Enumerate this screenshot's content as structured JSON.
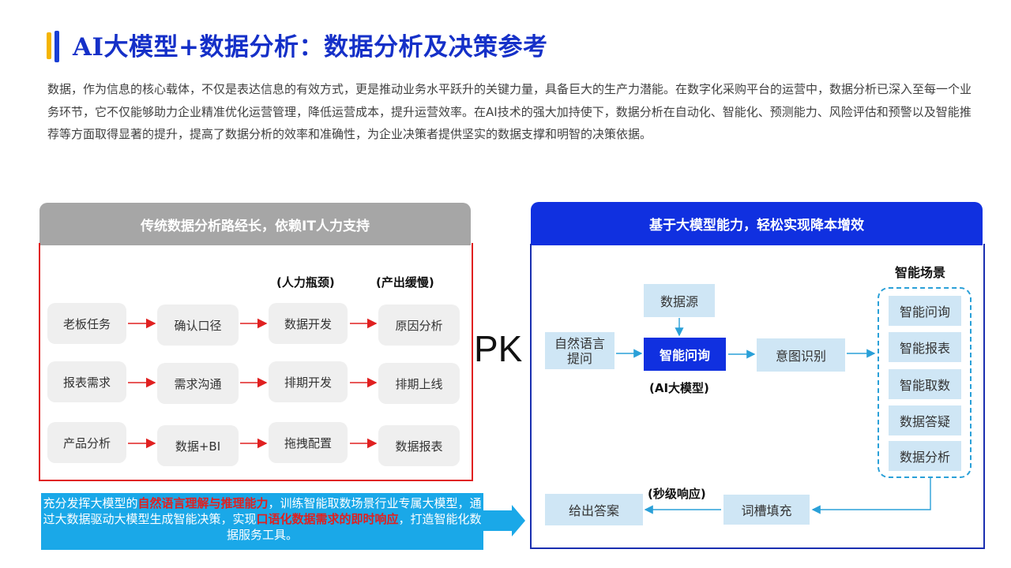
{
  "title": "AI大模型+数据分析：数据分析及决策参考",
  "intro": "数据，作为信息的核心载体，不仅是表达信息的有效方式，更是推动业务水平跃升的关键力量，具备巨大的生产力潜能。在数字化采购平台的运营中，数据分析已深入至每一个业务环节，它不仅能够助力企业精准优化运营管理，降低运营成本，提升运营效率。在AI技术的强大加持使下，数据分析在自动化、智能化、预测能力、风险评估和预警以及智能推荐等方面取得显著的提升，提高了数据分析的效率和准确性，为企业决策者提供坚实的数据支撑和明智的决策依据。",
  "left": {
    "header": "传统数据分析路经长，依赖IT人力支持",
    "label_manpower": "(人力瓶颈)",
    "label_output": "(产出缓慢)",
    "rows": [
      [
        "老板任务",
        "确认口径",
        "数据开发",
        "原因分析"
      ],
      [
        "报表需求",
        "需求沟通",
        "排期开发",
        "排期上线"
      ],
      [
        "产品分析",
        "数据+BI",
        "拖拽配置",
        "数据报表"
      ]
    ]
  },
  "pk": "PK",
  "right": {
    "header": "基于大模型能力，轻松实现降本增效",
    "scenes_title": "智能场景",
    "datasource": "数据源",
    "natural_lang": "自然语言提问",
    "smart_query": "智能问询",
    "ai_model_label": "(AI大模型)",
    "intent": "意图识别",
    "scenes": [
      "智能问询",
      "智能报表",
      "智能取数",
      "数据答疑",
      "数据分析"
    ],
    "answer": "给出答案",
    "slot_fill": "词槽填充",
    "response_label": "(秒级响应)"
  },
  "callout": {
    "p1": "充分发挥大模型的",
    "b1": "自然语言理解与推理能力",
    "p2": "，训练智能取数场景行业专属大模型，通过大数据驱动大模型生成智能决策，实现",
    "b2": "口语化数据需求的即时响应",
    "p3": "，打造智能化数据服务工具。"
  },
  "colors": {
    "title": "#1530c8",
    "accent_red": "#e02020",
    "blue_dark": "#1030e0",
    "blue_light": "#cfe6f5",
    "callout": "#1aa8e8"
  }
}
